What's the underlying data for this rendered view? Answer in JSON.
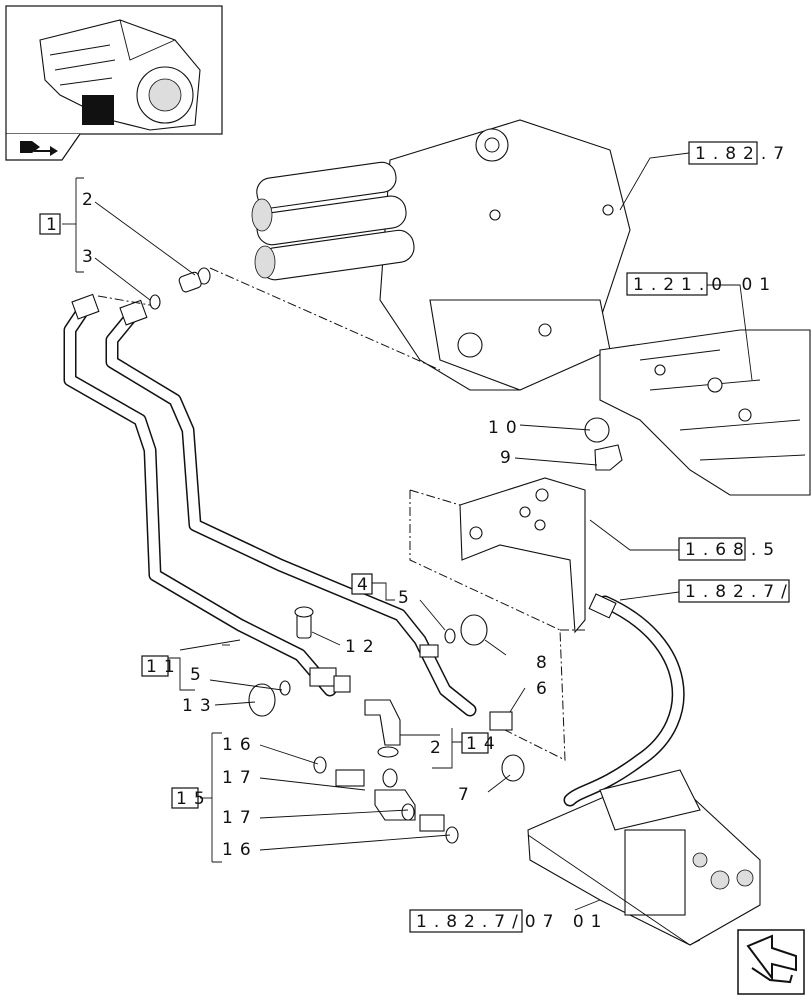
{
  "diagram": {
    "references": {
      "ref_top": "1.82.7",
      "ref_right1": "1.21.0 01",
      "ref_right2": "1.68.5",
      "ref_right3": "1.82.7/",
      "ref_bottom": "1.82.7/07 01"
    },
    "callouts": {
      "c1": "1",
      "c2_top": "2",
      "c3": "3",
      "c4": "4",
      "c5_a": "5",
      "c5_b": "5",
      "c6": "6",
      "c7": "7",
      "c8": "8",
      "c9": "9",
      "c10": "10",
      "c11": "11",
      "c12": "12",
      "c13": "13",
      "c14": "14",
      "c2_bottom": "2",
      "c15": "15",
      "c16_a": "16",
      "c17_a": "17",
      "c17_b": "17",
      "c16_b": "16"
    },
    "icons": {
      "thumbnail": "transmission-thumbnail-icon",
      "book": "book-arrow-icon",
      "nav": "next-page-arrow-icon"
    }
  }
}
